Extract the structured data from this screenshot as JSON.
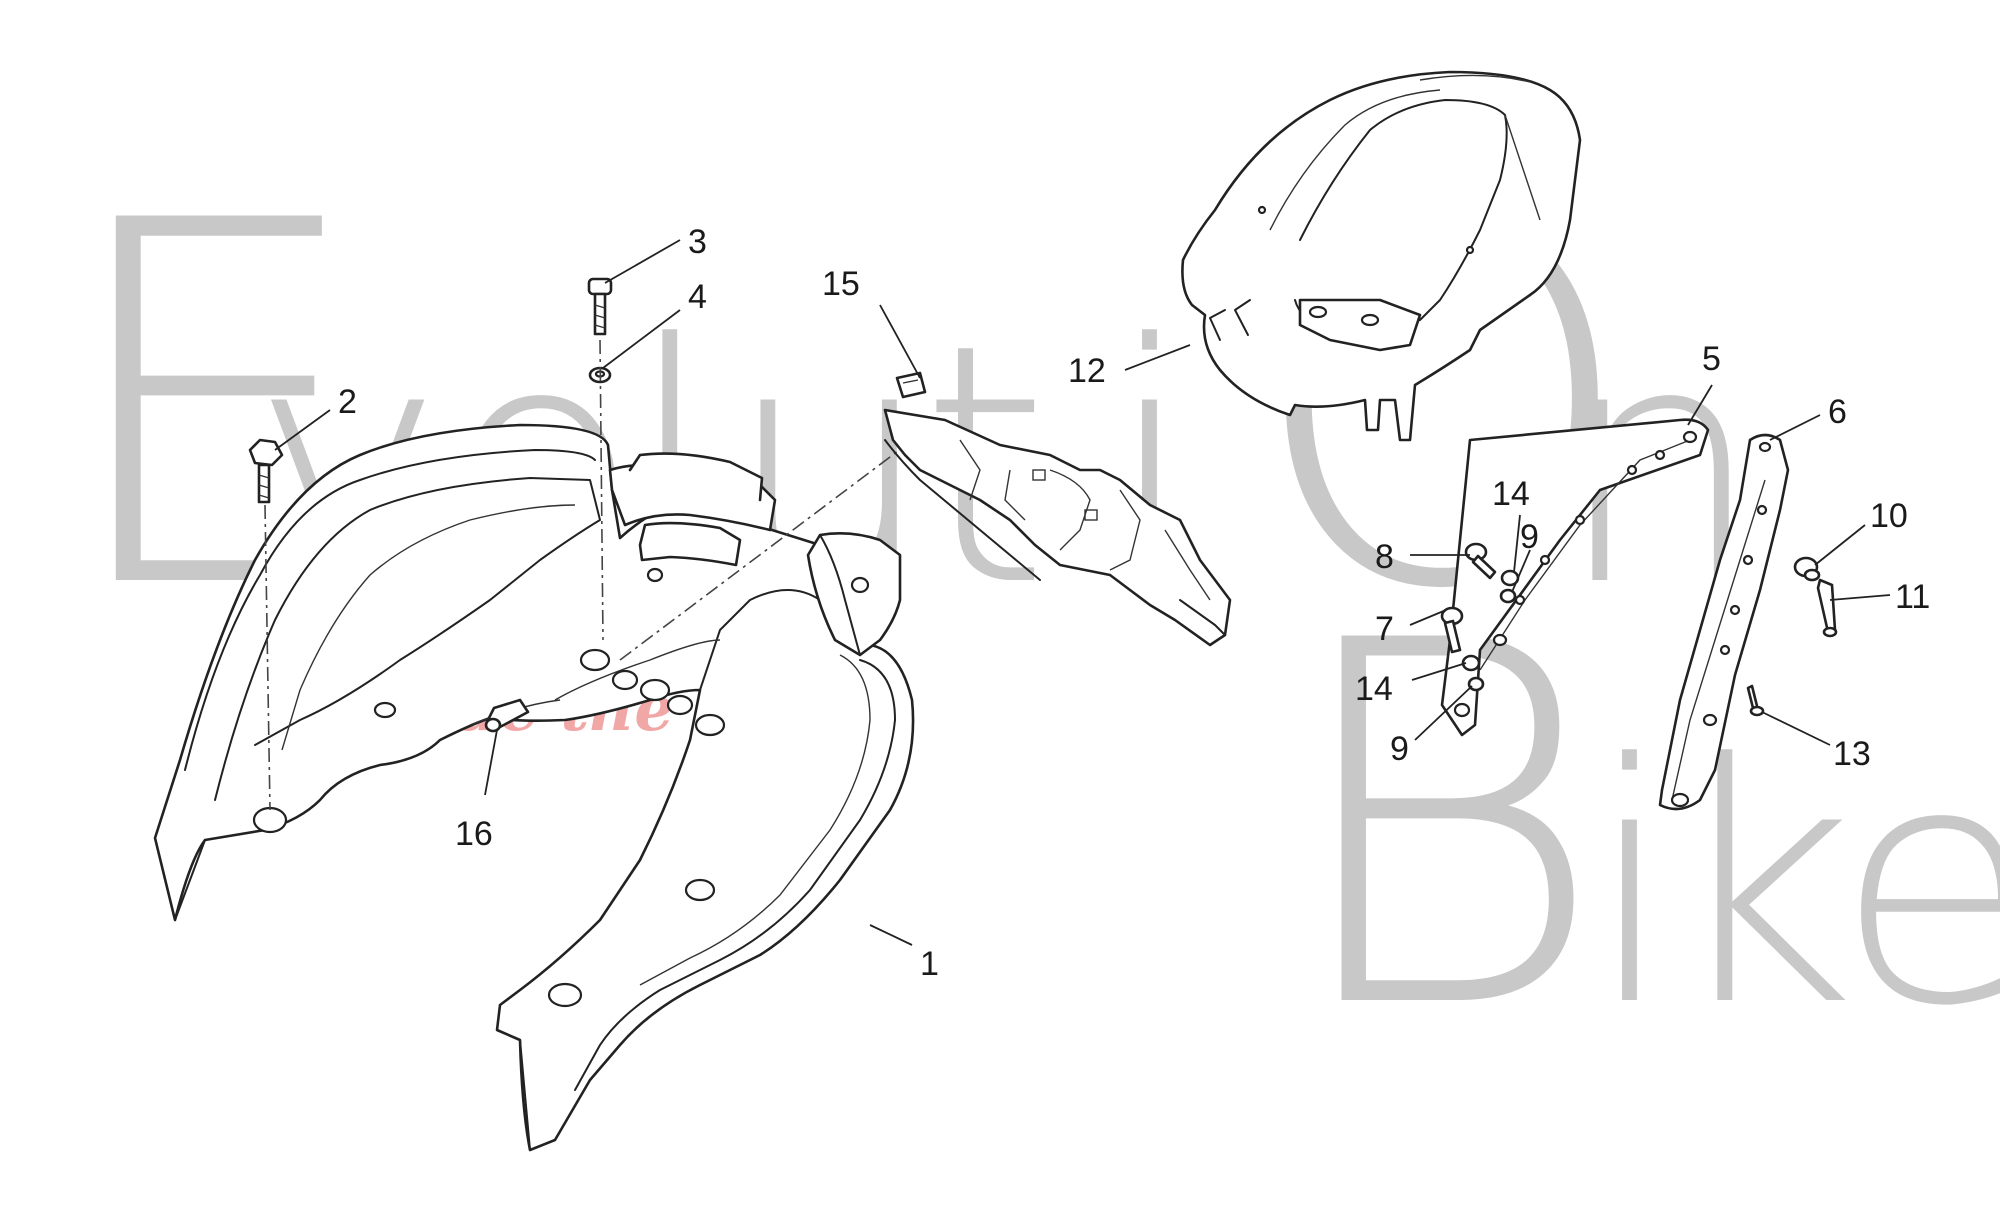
{
  "watermark": {
    "letters": [
      "E",
      "v",
      "o",
      "l",
      "u",
      "t",
      "i",
      "O",
      "n",
      "B",
      "i",
      "k",
      "e"
    ],
    "tagline": "ride the power",
    "color": "#c8c8c8",
    "tagline_color": "#f2a7a7"
  },
  "callouts": [
    {
      "id": "c1",
      "text": "1"
    },
    {
      "id": "c2",
      "text": "2"
    },
    {
      "id": "c3",
      "text": "3"
    },
    {
      "id": "c4",
      "text": "4"
    },
    {
      "id": "c5",
      "text": "5"
    },
    {
      "id": "c6",
      "text": "6"
    },
    {
      "id": "c7",
      "text": "7"
    },
    {
      "id": "c8",
      "text": "8"
    },
    {
      "id": "c9a",
      "text": "9"
    },
    {
      "id": "c9b",
      "text": "9"
    },
    {
      "id": "c10",
      "text": "10"
    },
    {
      "id": "c11",
      "text": "11"
    },
    {
      "id": "c12",
      "text": "12"
    },
    {
      "id": "c13",
      "text": "13"
    },
    {
      "id": "c14a",
      "text": "14"
    },
    {
      "id": "c14b",
      "text": "14"
    },
    {
      "id": "c15",
      "text": "15"
    },
    {
      "id": "c16",
      "text": "16"
    }
  ]
}
